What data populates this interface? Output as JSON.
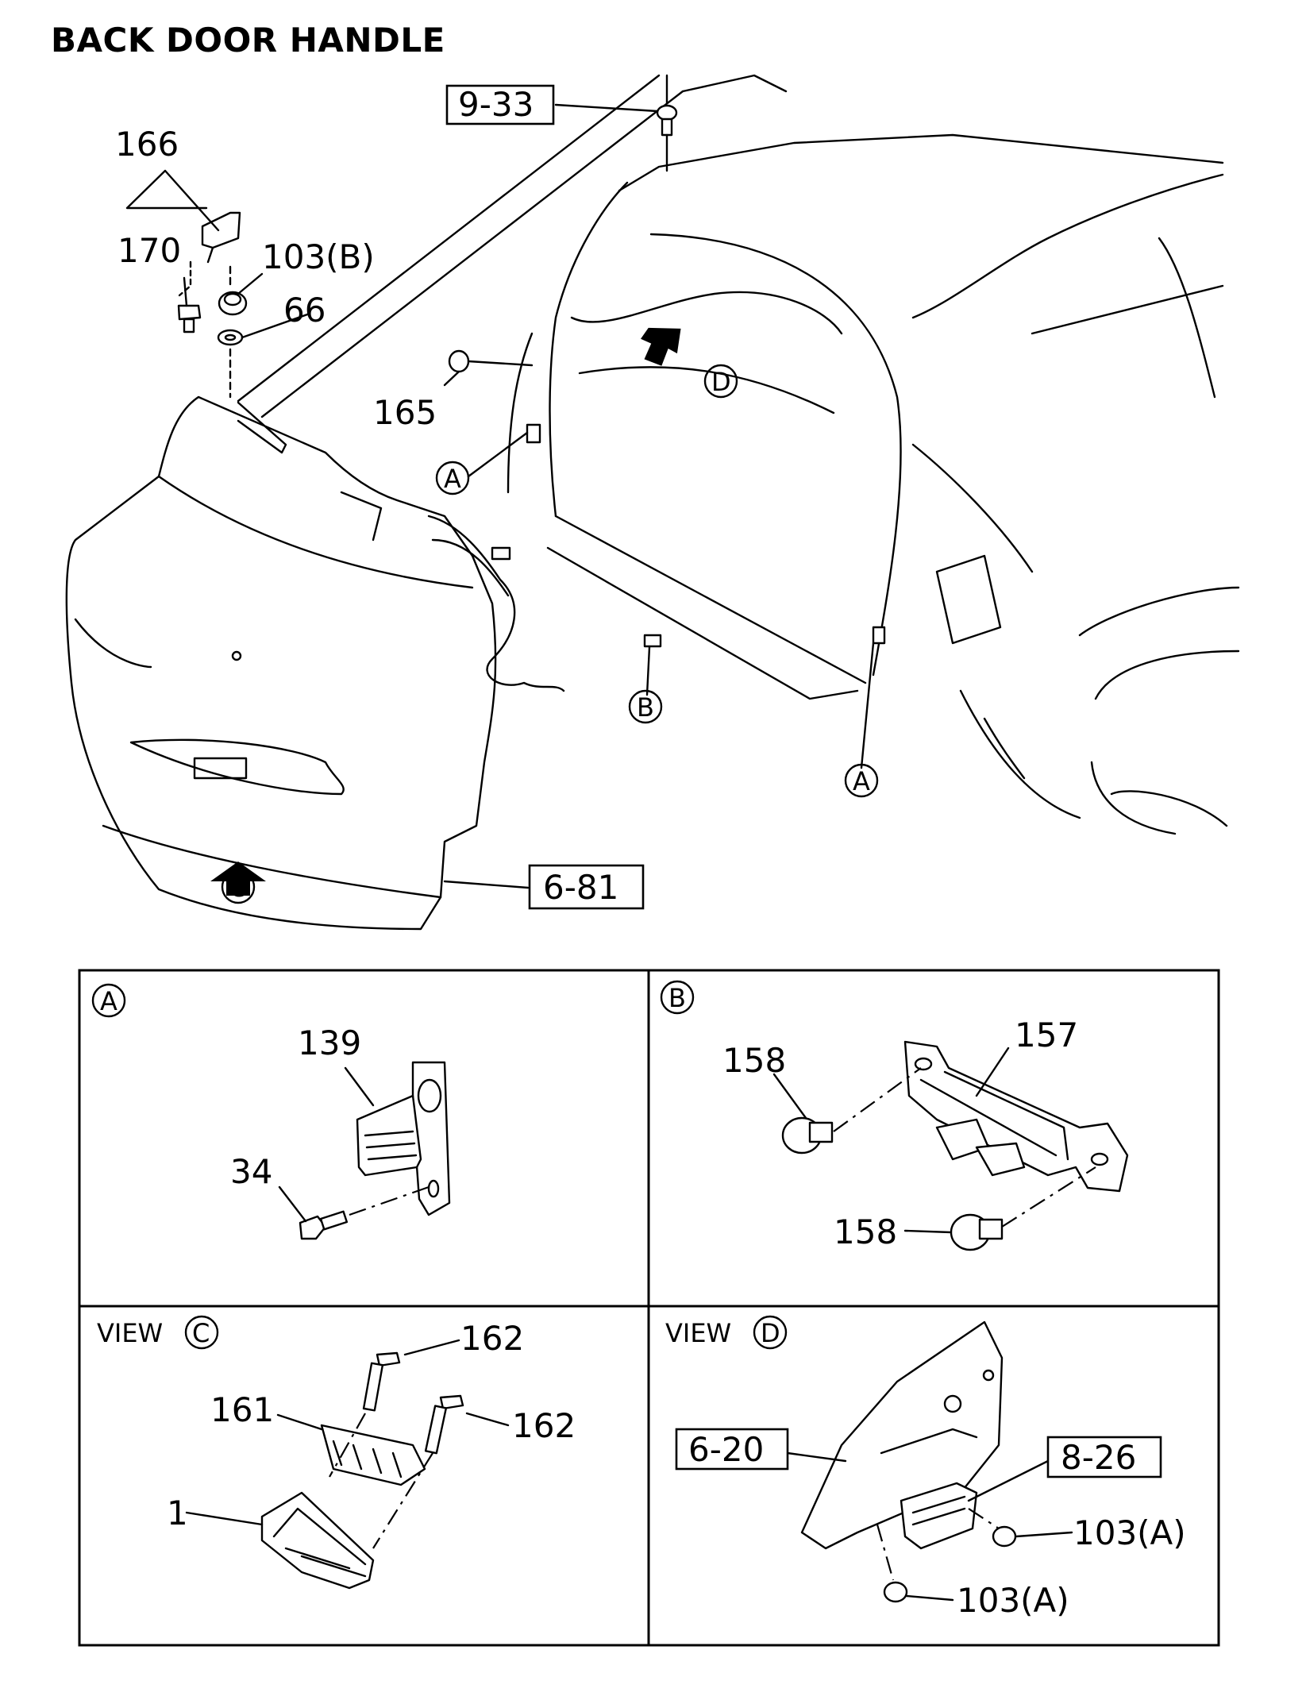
{
  "title": "BACK DOOR HANDLE",
  "refs": {
    "r933": "9-33",
    "r681": "6-81",
    "r620": "6-20",
    "r826": "8-26"
  },
  "labels": {
    "p166": "166",
    "p170": "170",
    "p103b": "103(B)",
    "p66": "66",
    "p165": "165",
    "p139": "139",
    "p34": "34",
    "p158a": "158",
    "p157": "157",
    "p158b": "158",
    "p162a": "162",
    "p161": "161",
    "p162b": "162",
    "p1": "1",
    "p103a1": "103(A)",
    "p103a2": "103(A)"
  },
  "markers": {
    "A": "A",
    "B": "B",
    "C": "C",
    "D": "D"
  },
  "panels": {
    "view_prefix": "VIEW"
  }
}
